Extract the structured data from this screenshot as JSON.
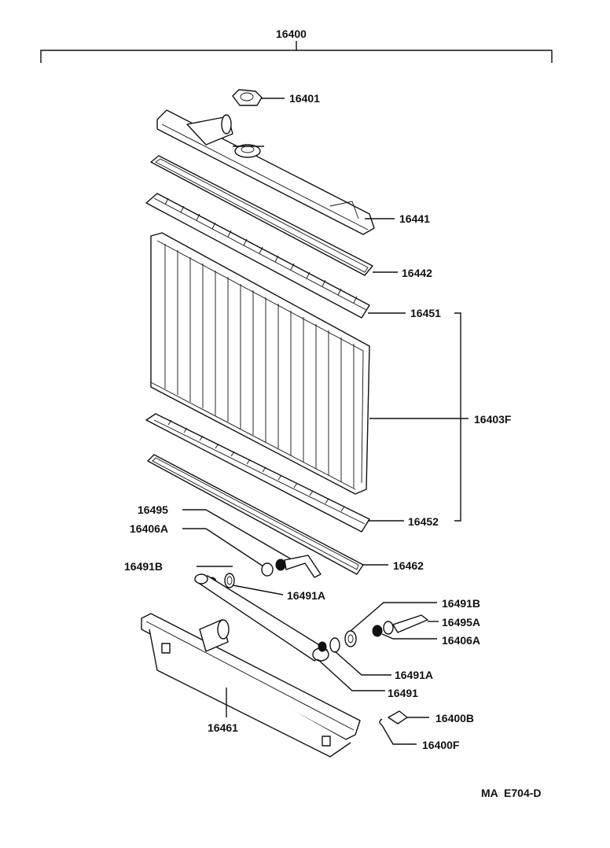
{
  "assembly_label": "16400",
  "parts": {
    "p16401": "16401",
    "p16441": "16441",
    "p16442": "16442",
    "p16451": "16451",
    "p16403F": "16403F",
    "p16452": "16452",
    "p16495": "16495",
    "p16406A_left": "16406A",
    "p16462": "16462",
    "p16491B_left": "16491B",
    "p16491A_mid": "16491A",
    "p16491B_right": "16491B",
    "p16495A": "16495A",
    "p16406A_right": "16406A",
    "p16491A_lower": "16491A",
    "p16491": "16491",
    "p16461": "16461",
    "p16400B": "16400B",
    "p16400F": "16400F"
  },
  "footer": {
    "code": "MA  E704-D"
  }
}
